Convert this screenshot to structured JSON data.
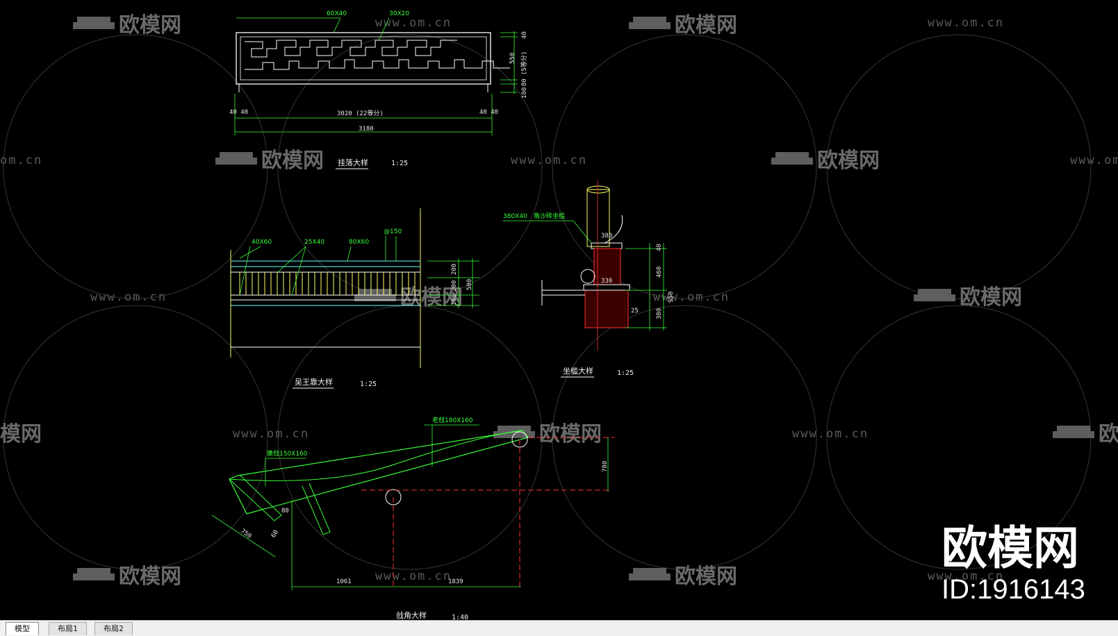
{
  "watermark": {
    "url_text": "www.om.cn",
    "url_text_partial": "om.cn",
    "brand_text": "欧模网",
    "brand_partial_left": "模网",
    "brand_partial_right": "欧"
  },
  "overlay": {
    "logo": "欧模网",
    "id_text": "ID:1916143"
  },
  "drawings": {
    "top_frame": {
      "label_a": "60X40",
      "label_b": "30X20",
      "dim_top": "40",
      "dim_mid": "550",
      "dim_mid_note": "(5等分)",
      "dim_b1": "80",
      "dim_b2": "100",
      "dim_left": "40 40",
      "dim_right": "40 40",
      "dim_inner": "3020  (22等分)",
      "dim_total": "3180",
      "title": "挂落大样",
      "scale": "1:25"
    },
    "railing": {
      "label_a": "40X60",
      "label_b": "25X40",
      "label_c": "80X60",
      "label_d": "@150",
      "dim_1": "200",
      "dim_2": "200",
      "dim_3": "100",
      "dim_total": "500",
      "title": "吴王靠大样",
      "scale": "1:25"
    },
    "bench": {
      "label_a": "380X40",
      "label_b": "角沙砖坐槛",
      "dim_top": "380",
      "dim_mid": "330",
      "dim_r1": "40",
      "dim_r2": "460",
      "dim_r3": "380",
      "dim_rt": "950",
      "dim_small": "25",
      "title": "坐槛大样",
      "scale": "1:25"
    },
    "eave": {
      "label_a": "老戗180X160",
      "label_b": "嫩戗150X160",
      "dim_v": "780",
      "dim_a": "750",
      "dim_b": "80",
      "dim_c": "60",
      "dim_h1": "1061",
      "dim_h2": "1839",
      "title": "戗角大样",
      "scale": "1:40"
    }
  },
  "tabs": [
    {
      "label": "模型",
      "active": true
    },
    {
      "label": "布局1",
      "active": false
    },
    {
      "label": "布局2",
      "active": false
    }
  ],
  "colors": {
    "background": "#000000",
    "line_white": "#ffffff",
    "line_green": "#39ff39",
    "line_yellow": "#ffff66",
    "line_red": "#ff2020",
    "line_cyan": "#66ffff"
  }
}
